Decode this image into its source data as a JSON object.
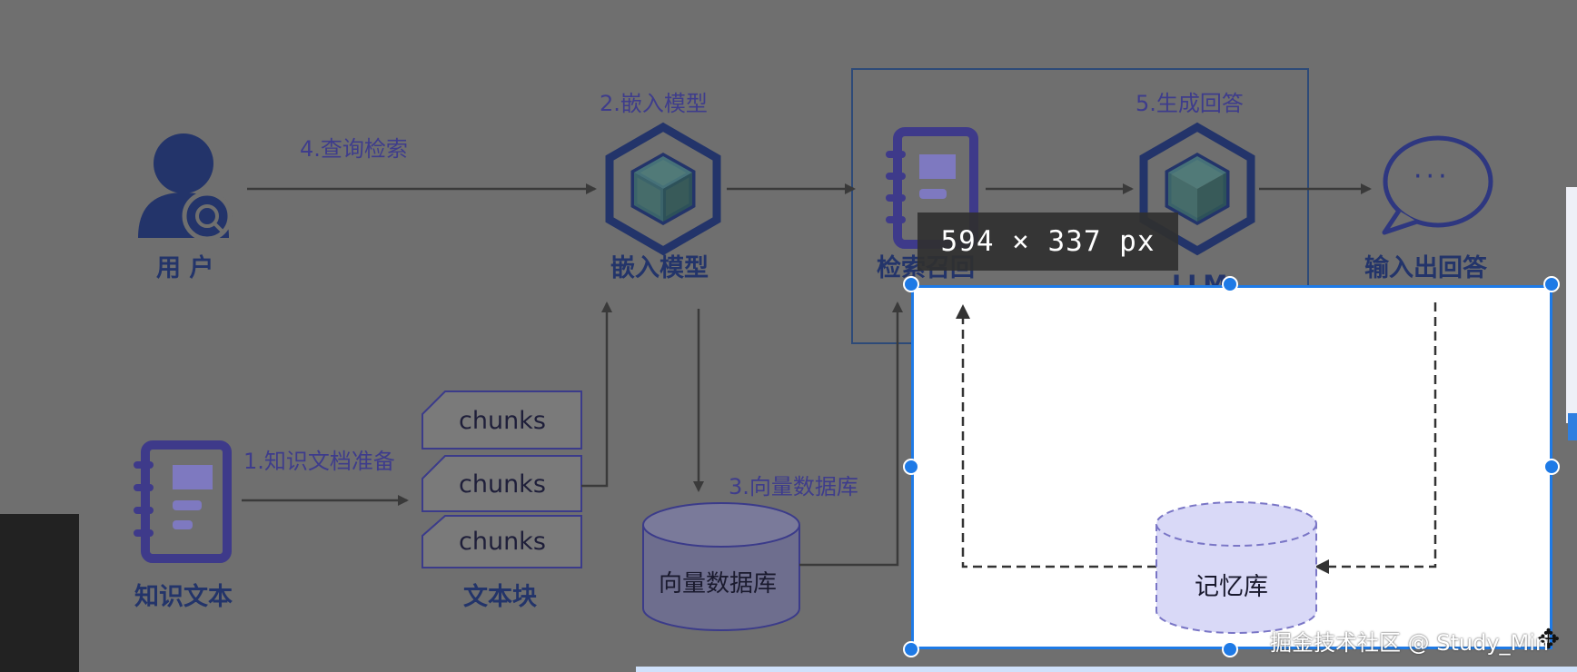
{
  "diagram": {
    "nodes": {
      "user": "用 户",
      "embed_model": "嵌入模型",
      "retrieval": "检索召回",
      "llm": "LLM",
      "output": "输入出回答",
      "knowledge_text": "知识文本",
      "text_blocks": "文本块",
      "vector_db": "向量数据库",
      "memory": "记忆库"
    },
    "steps": {
      "s1": "1.知识文档准备",
      "s2": "2.嵌入模型",
      "s3": "3.向量数据库",
      "s4": "4.查询检索",
      "s5": "5.生成回答"
    },
    "chunks": [
      "chunks",
      "chunks",
      "chunks"
    ],
    "bubble_text": "···"
  },
  "overlay": {
    "dimension_label": "594  ×  337  px",
    "watermark": "掘金技术社区 @ Study_Min"
  },
  "colors": {
    "background": "#6f6f6f",
    "icon_purple": "#3e3a8a",
    "icon_dark": "#23346a",
    "selection_blue": "#1e7ae6",
    "memory_fill": "#d9d9f7"
  }
}
